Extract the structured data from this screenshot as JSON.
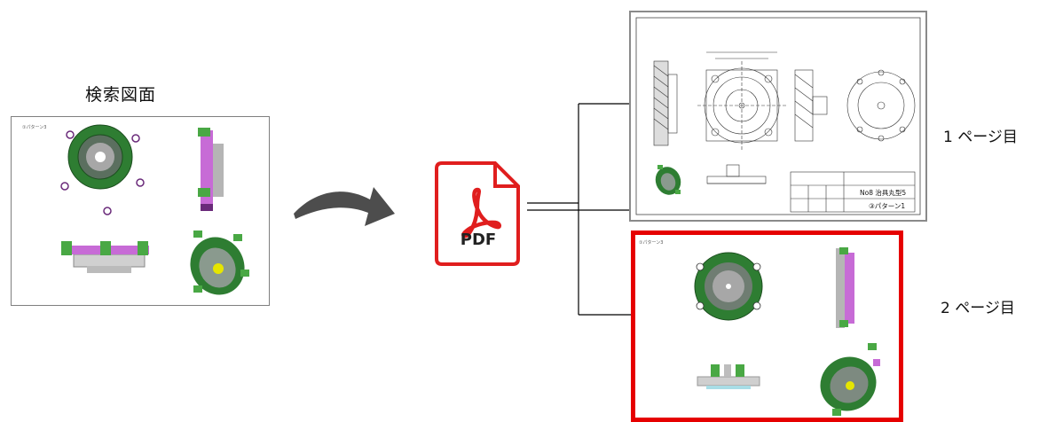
{
  "search": {
    "title": "検索図面",
    "sheet_label": "①パターン3"
  },
  "pdf": {
    "label": "PDF",
    "color": "#e01e1e"
  },
  "pages": [
    {
      "label": "1 ページ目",
      "titleblock_name": "No8 治具丸型5",
      "titleblock_pattern": "③パターン1"
    },
    {
      "label": "2 ページ目",
      "sheet_label": "①パターン3",
      "highlight_color": "#e60000"
    }
  ],
  "colors": {
    "part_green": "#2e7d32",
    "part_pink": "#c76bd6",
    "part_gray": "#9e9e9e",
    "arrow": "#4d4d4d"
  }
}
